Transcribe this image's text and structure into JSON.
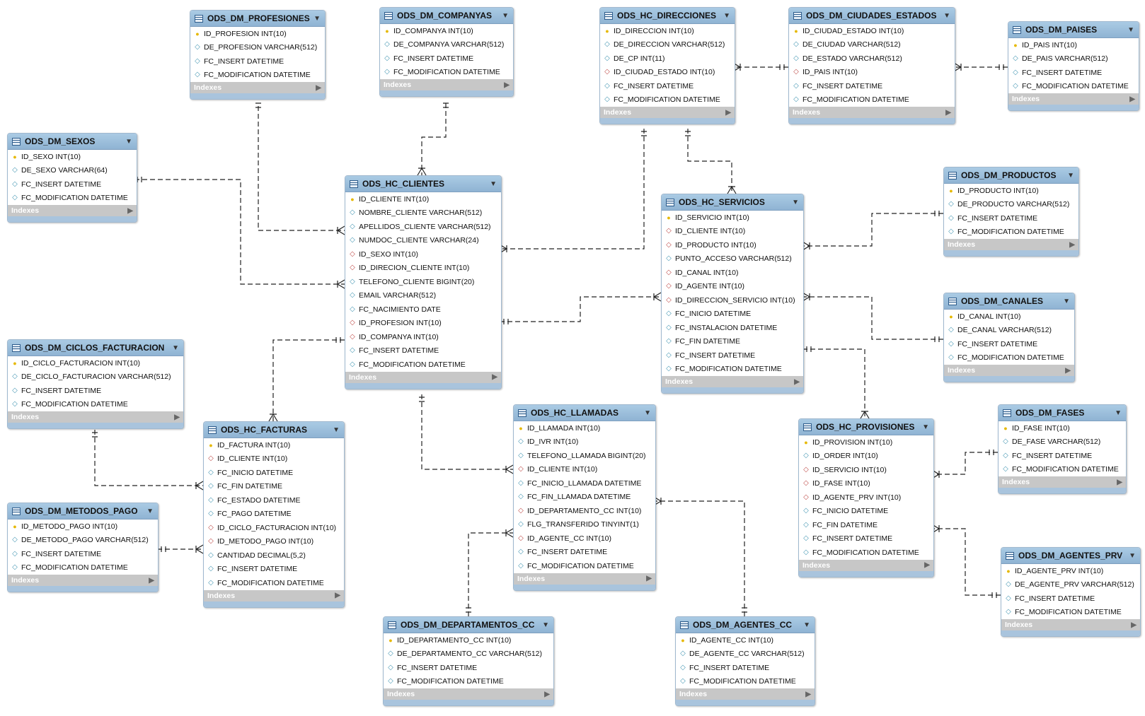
{
  "tables": [
    {
      "id": "ods_dm_profesiones",
      "name": "ODS_DM_PROFESIONES",
      "indexes": "Indexes",
      "columns": [
        {
          "text": "ID_PROFESION INT(10)",
          "kind": "pk"
        },
        {
          "text": "DE_PROFESION VARCHAR(512)",
          "kind": "attr"
        },
        {
          "text": "FC_INSERT DATETIME",
          "kind": "attr"
        },
        {
          "text": "FC_MODIFICATION DATETIME",
          "kind": "attr"
        }
      ]
    },
    {
      "id": "ods_dm_companyas",
      "name": "ODS_DM_COMPANYAS",
      "indexes": "Indexes",
      "columns": [
        {
          "text": "ID_COMPANYA INT(10)",
          "kind": "pk"
        },
        {
          "text": "DE_COMPANYA VARCHAR(512)",
          "kind": "attr"
        },
        {
          "text": "FC_INSERT DATETIME",
          "kind": "attr"
        },
        {
          "text": "FC_MODIFICATION DATETIME",
          "kind": "attr"
        }
      ]
    },
    {
      "id": "ods_hc_direcciones",
      "name": "ODS_HC_DIRECCIONES",
      "indexes": "Indexes",
      "columns": [
        {
          "text": "ID_DIRECCION INT(10)",
          "kind": "pk"
        },
        {
          "text": "DE_DIRECCION VARCHAR(512)",
          "kind": "attr"
        },
        {
          "text": "DE_CP INT(11)",
          "kind": "attr"
        },
        {
          "text": "ID_CIUDAD_ESTADO INT(10)",
          "kind": "fk"
        },
        {
          "text": "FC_INSERT DATETIME",
          "kind": "attr"
        },
        {
          "text": "FC_MODIFICATION DATETIME",
          "kind": "attr"
        }
      ]
    },
    {
      "id": "ods_dm_ciudades_estados",
      "name": "ODS_DM_CIUDADES_ESTADOS",
      "indexes": "Indexes",
      "columns": [
        {
          "text": "ID_CIUDAD_ESTADO INT(10)",
          "kind": "pk"
        },
        {
          "text": "DE_CIUDAD VARCHAR(512)",
          "kind": "attr"
        },
        {
          "text": "DE_ESTADO VARCHAR(512)",
          "kind": "attr"
        },
        {
          "text": "ID_PAIS INT(10)",
          "kind": "fk"
        },
        {
          "text": "FC_INSERT DATETIME",
          "kind": "attr"
        },
        {
          "text": "FC_MODIFICATION DATETIME",
          "kind": "attr"
        }
      ]
    },
    {
      "id": "ods_dm_paises",
      "name": "ODS_DM_PAISES",
      "indexes": "Indexes",
      "columns": [
        {
          "text": "ID_PAIS INT(10)",
          "kind": "pk"
        },
        {
          "text": "DE_PAIS VARCHAR(512)",
          "kind": "attr"
        },
        {
          "text": "FC_INSERT DATETIME",
          "kind": "attr"
        },
        {
          "text": "FC_MODIFICATION DATETIME",
          "kind": "attr"
        }
      ]
    },
    {
      "id": "ods_dm_sexos",
      "name": "ODS_DM_SEXOS",
      "indexes": "Indexes",
      "columns": [
        {
          "text": "ID_SEXO INT(10)",
          "kind": "pk"
        },
        {
          "text": "DE_SEXO VARCHAR(64)",
          "kind": "attr"
        },
        {
          "text": "FC_INSERT DATETIME",
          "kind": "attr"
        },
        {
          "text": "FC_MODIFICATION DATETIME",
          "kind": "attr"
        }
      ]
    },
    {
      "id": "ods_hc_clientes",
      "name": "ODS_HC_CLIENTES",
      "indexes": "Indexes",
      "columns": [
        {
          "text": "ID_CLIENTE INT(10)",
          "kind": "pk"
        },
        {
          "text": "NOMBRE_CLIENTE VARCHAR(512)",
          "kind": "attr"
        },
        {
          "text": "APELLIDOS_CLIENTE VARCHAR(512)",
          "kind": "attr"
        },
        {
          "text": "NUMDOC_CLIENTE VARCHAR(24)",
          "kind": "attr"
        },
        {
          "text": "ID_SEXO INT(10)",
          "kind": "fk"
        },
        {
          "text": "ID_DIRECION_CLIENTE INT(10)",
          "kind": "fk"
        },
        {
          "text": "TELEFONO_CLIENTE BIGINT(20)",
          "kind": "attr"
        },
        {
          "text": "EMAIL VARCHAR(512)",
          "kind": "attr"
        },
        {
          "text": "FC_NACIMIENTO DATE",
          "kind": "attr"
        },
        {
          "text": "ID_PROFESION INT(10)",
          "kind": "fk"
        },
        {
          "text": "ID_COMPANYA INT(10)",
          "kind": "fk"
        },
        {
          "text": "FC_INSERT DATETIME",
          "kind": "attr"
        },
        {
          "text": "FC_MODIFICATION DATETIME",
          "kind": "attr"
        }
      ]
    },
    {
      "id": "ods_hc_servicios",
      "name": "ODS_HC_SERVICIOS",
      "indexes": "Indexes",
      "columns": [
        {
          "text": "ID_SERVICIO INT(10)",
          "kind": "pk"
        },
        {
          "text": "ID_CLIENTE INT(10)",
          "kind": "fk"
        },
        {
          "text": "ID_PRODUCTO INT(10)",
          "kind": "fk"
        },
        {
          "text": "PUNTO_ACCESO VARCHAR(512)",
          "kind": "attr"
        },
        {
          "text": "ID_CANAL INT(10)",
          "kind": "fk"
        },
        {
          "text": "ID_AGENTE INT(10)",
          "kind": "fk"
        },
        {
          "text": "ID_DIRECCION_SERVICIO INT(10)",
          "kind": "fk"
        },
        {
          "text": "FC_INICIO DATETIME",
          "kind": "attr"
        },
        {
          "text": "FC_INSTALACION DATETIME",
          "kind": "attr"
        },
        {
          "text": "FC_FIN DATETIME",
          "kind": "attr"
        },
        {
          "text": "FC_INSERT DATETIME",
          "kind": "attr"
        },
        {
          "text": "FC_MODIFICATION DATETIME",
          "kind": "attr"
        }
      ]
    },
    {
      "id": "ods_dm_productos",
      "name": "ODS_DM_PRODUCTOS",
      "indexes": "Indexes",
      "columns": [
        {
          "text": "ID_PRODUCTO INT(10)",
          "kind": "pk"
        },
        {
          "text": "DE_PRODUCTO VARCHAR(512)",
          "kind": "attr"
        },
        {
          "text": "FC_INSERT DATETIME",
          "kind": "attr"
        },
        {
          "text": "FC_MODIFICATION DATETIME",
          "kind": "attr"
        }
      ]
    },
    {
      "id": "ods_dm_canales",
      "name": "ODS_DM_CANALES",
      "indexes": "Indexes",
      "columns": [
        {
          "text": "ID_CANAL INT(10)",
          "kind": "pk"
        },
        {
          "text": "DE_CANAL VARCHAR(512)",
          "kind": "attr"
        },
        {
          "text": "FC_INSERT DATETIME",
          "kind": "attr"
        },
        {
          "text": "FC_MODIFICATION DATETIME",
          "kind": "attr"
        }
      ]
    },
    {
      "id": "ods_dm_ciclos_facturacion",
      "name": "ODS_DM_CICLOS_FACTURACION",
      "indexes": "Indexes",
      "columns": [
        {
          "text": "ID_CICLO_FACTURACION INT(10)",
          "kind": "pk"
        },
        {
          "text": "DE_CICLO_FACTURACION VARCHAR(512)",
          "kind": "attr"
        },
        {
          "text": "FC_INSERT DATETIME",
          "kind": "attr"
        },
        {
          "text": "FC_MODIFICATION DATETIME",
          "kind": "attr"
        }
      ]
    },
    {
      "id": "ods_hc_facturas",
      "name": "ODS_HC_FACTURAS",
      "indexes": "Indexes",
      "columns": [
        {
          "text": "ID_FACTURA INT(10)",
          "kind": "pk"
        },
        {
          "text": "ID_CLIENTE INT(10)",
          "kind": "fk"
        },
        {
          "text": "FC_INICIO DATETIME",
          "kind": "attr"
        },
        {
          "text": "FC_FIN DATETIME",
          "kind": "attr"
        },
        {
          "text": "FC_ESTADO DATETIME",
          "kind": "attr"
        },
        {
          "text": "FC_PAGO DATETIME",
          "kind": "attr"
        },
        {
          "text": "ID_CICLO_FACTURACION INT(10)",
          "kind": "fk"
        },
        {
          "text": "ID_METODO_PAGO INT(10)",
          "kind": "fk"
        },
        {
          "text": "CANTIDAD DECIMAL(5,2)",
          "kind": "attr"
        },
        {
          "text": "FC_INSERT DATETIME",
          "kind": "attr"
        },
        {
          "text": "FC_MODIFICATION DATETIME",
          "kind": "attr"
        }
      ]
    },
    {
      "id": "ods_dm_metodos_pago",
      "name": "ODS_DM_METODOS_PAGO",
      "indexes": "Indexes",
      "columns": [
        {
          "text": "ID_METODO_PAGO INT(10)",
          "kind": "pk"
        },
        {
          "text": "DE_METODO_PAGO VARCHAR(512)",
          "kind": "attr"
        },
        {
          "text": "FC_INSERT DATETIME",
          "kind": "attr"
        },
        {
          "text": "FC_MODIFICATION DATETIME",
          "kind": "attr"
        }
      ]
    },
    {
      "id": "ods_hc_llamadas",
      "name": "ODS_HC_LLAMADAS",
      "indexes": "Indexes",
      "columns": [
        {
          "text": "ID_LLAMADA INT(10)",
          "kind": "pk"
        },
        {
          "text": "ID_IVR INT(10)",
          "kind": "attr"
        },
        {
          "text": "TELEFONO_LLAMADA BIGINT(20)",
          "kind": "attr"
        },
        {
          "text": "ID_CLIENTE INT(10)",
          "kind": "fk"
        },
        {
          "text": "FC_INICIO_LLAMADA DATETIME",
          "kind": "attr"
        },
        {
          "text": "FC_FIN_LLAMADA DATETIME",
          "kind": "attr"
        },
        {
          "text": "ID_DEPARTAMENTO_CC INT(10)",
          "kind": "fk"
        },
        {
          "text": "FLG_TRANSFERIDO TINYINT(1)",
          "kind": "attr"
        },
        {
          "text": "ID_AGENTE_CC INT(10)",
          "kind": "fk"
        },
        {
          "text": "FC_INSERT DATETIME",
          "kind": "attr"
        },
        {
          "text": "FC_MODIFICATION DATETIME",
          "kind": "attr"
        }
      ]
    },
    {
      "id": "ods_hc_provisiones",
      "name": "ODS_HC_PROVISIONES",
      "indexes": "Indexes",
      "columns": [
        {
          "text": "ID_PROVISION INT(10)",
          "kind": "pk"
        },
        {
          "text": "ID_ORDER INT(10)",
          "kind": "attr"
        },
        {
          "text": "ID_SERVICIO INT(10)",
          "kind": "fk"
        },
        {
          "text": "ID_FASE INT(10)",
          "kind": "fk"
        },
        {
          "text": "ID_AGENTE_PRV INT(10)",
          "kind": "fk"
        },
        {
          "text": "FC_INICIO DATETIME",
          "kind": "attr"
        },
        {
          "text": "FC_FIN DATETIME",
          "kind": "attr"
        },
        {
          "text": "FC_INSERT DATETIME",
          "kind": "attr"
        },
        {
          "text": "FC_MODIFICATION DATETIME",
          "kind": "attr"
        }
      ]
    },
    {
      "id": "ods_dm_fases",
      "name": "ODS_DM_FASES",
      "indexes": "Indexes",
      "columns": [
        {
          "text": "ID_FASE INT(10)",
          "kind": "pk"
        },
        {
          "text": "DE_FASE VARCHAR(512)",
          "kind": "attr"
        },
        {
          "text": "FC_INSERT DATETIME",
          "kind": "attr"
        },
        {
          "text": "FC_MODIFICATION DATETIME",
          "kind": "attr"
        }
      ]
    },
    {
      "id": "ods_dm_agentes_prv",
      "name": "ODS_DM_AGENTES_PRV",
      "indexes": "Indexes",
      "columns": [
        {
          "text": "ID_AGENTE_PRV INT(10)",
          "kind": "pk"
        },
        {
          "text": "DE_AGENTE_PRV VARCHAR(512)",
          "kind": "attr"
        },
        {
          "text": "FC_INSERT DATETIME",
          "kind": "attr"
        },
        {
          "text": "FC_MODIFICATION DATETIME",
          "kind": "attr"
        }
      ]
    },
    {
      "id": "ods_dm_departamentos_cc",
      "name": "ODS_DM_DEPARTAMENTOS_CC",
      "indexes": "Indexes",
      "columns": [
        {
          "text": "ID_DEPARTAMENTO_CC INT(10)",
          "kind": "pk"
        },
        {
          "text": "DE_DEPARTAMENTO_CC VARCHAR(512)",
          "kind": "attr"
        },
        {
          "text": "FC_INSERT DATETIME",
          "kind": "attr"
        },
        {
          "text": "FC_MODIFICATION DATETIME",
          "kind": "attr"
        }
      ]
    },
    {
      "id": "ods_dm_agentes_cc",
      "name": "ODS_DM_AGENTES_CC",
      "indexes": "Indexes",
      "columns": [
        {
          "text": "ID_AGENTE_CC INT(10)",
          "kind": "pk"
        },
        {
          "text": "DE_AGENTE_CC VARCHAR(512)",
          "kind": "attr"
        },
        {
          "text": "FC_INSERT DATETIME",
          "kind": "attr"
        },
        {
          "text": "FC_MODIFICATION DATETIME",
          "kind": "attr"
        }
      ]
    }
  ],
  "icons": {
    "table": "table-icon",
    "primary_key": "key-icon",
    "foreign_key": "fk-diamond-icon",
    "attribute": "attribute-diamond-icon",
    "expand": "triangle-down-icon",
    "indexes": "triangle-right-icon"
  },
  "colors": {
    "header": "#9dbfdd",
    "indexes_bar": "#c7c7c7",
    "primary_key": "#e6b800",
    "foreign_key": "#c0504d",
    "attribute": "#4a9ab5",
    "line": "#222222"
  }
}
